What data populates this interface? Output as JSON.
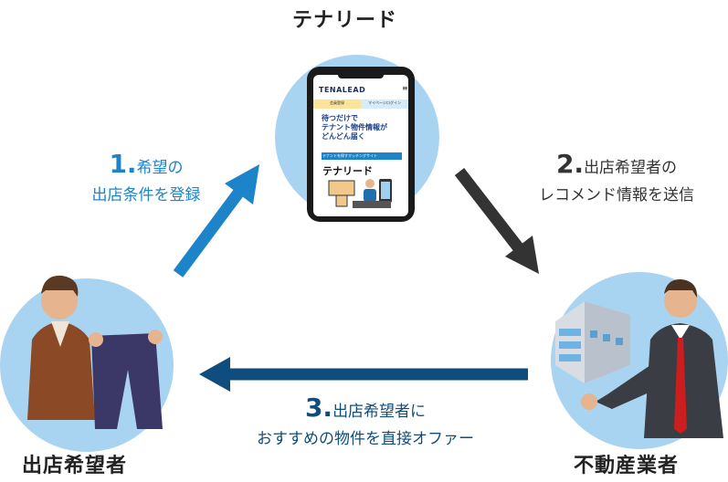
{
  "nodes": {
    "platform": {
      "title": "テナリード"
    },
    "shop": {
      "title": "出店希望者"
    },
    "agent": {
      "title": "不動産業者"
    }
  },
  "phone": {
    "logo": "TENALEAD",
    "tab_register": "会員登録",
    "tab_mypage": "マイページログイン",
    "headline1": "待つだけで",
    "headline2": "テナント物件情報が",
    "headline3": "どんどん届く",
    "tagline": "テナントを探すマッチングサイト",
    "brand": "テナリード"
  },
  "steps": [
    {
      "num": "1.",
      "line1": "希望の",
      "line2": "出店条件を登録"
    },
    {
      "num": "2.",
      "line1": "出店希望者の",
      "line2": "レコメンド情報を送信"
    },
    {
      "num": "3.",
      "line1": "出店希望者に",
      "line2": "おすすめの物件を直接オファー"
    }
  ],
  "colors": {
    "circle": "#a9d4f1",
    "step1": "#1e84c9",
    "step2": "#333333",
    "step3": "#0e4d7d"
  }
}
